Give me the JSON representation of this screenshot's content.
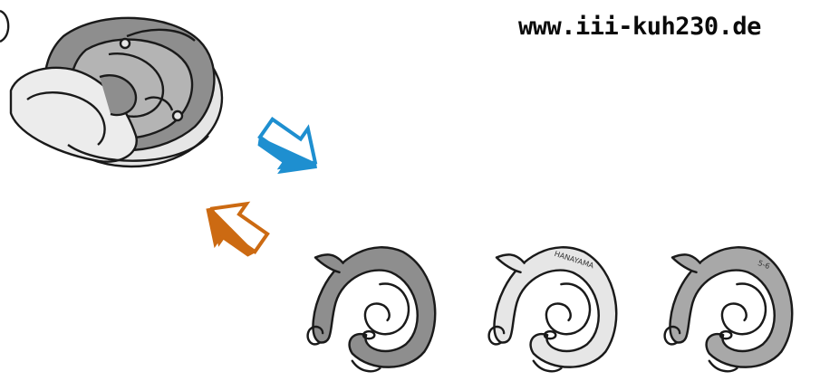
{
  "header": {
    "website": "www.iii-kuh230.de"
  },
  "arrows": [
    {
      "direction": "disassemble",
      "color": "#1e8fd0"
    },
    {
      "direction": "assemble",
      "color": "#cc6a12"
    }
  ],
  "pieces": [
    {
      "shade": "#8e8e8e"
    },
    {
      "shade": "#e6e6e6",
      "engraving": "HANAYAMA"
    },
    {
      "shade": "#a8a8a8",
      "engraving": "5-6"
    }
  ],
  "palette": {
    "outline": "#1a1a1a",
    "dark": "#8e8e8e",
    "mid": "#b4b4b4",
    "light": "#e6e6e6"
  }
}
